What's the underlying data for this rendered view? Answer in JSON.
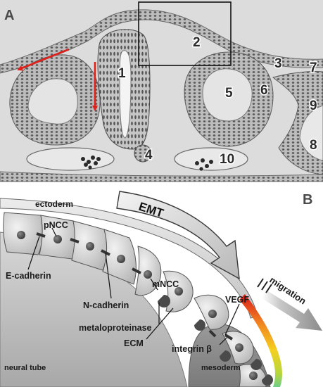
{
  "panel_a": {
    "letter": "A",
    "numbers": [
      "1",
      "2",
      "3",
      "4",
      "5",
      "6",
      "7",
      "8",
      "9",
      "10"
    ]
  },
  "panel_b": {
    "letter": "B",
    "labels": {
      "ectoderm": "ectoderm",
      "emt": "EMT",
      "pncc": "pNCC",
      "e_cadherin": "E-cadherin",
      "n_cadherin": "N-cadherin",
      "mncc": "mNCC",
      "vegf": "VEGF",
      "migration": "migration",
      "metaloproteinase": "metaloproteinase",
      "ecm": "ECM",
      "integrin": "integrin β",
      "neural_tube": "neural tube",
      "mesoderm": "mesoderm"
    }
  },
  "colors": {
    "arrow_red": "#e0201b",
    "gradient_stops": [
      "#d91a1a",
      "#f08020",
      "#f4d020",
      "#b8d63a",
      "#6fcf8a"
    ]
  }
}
